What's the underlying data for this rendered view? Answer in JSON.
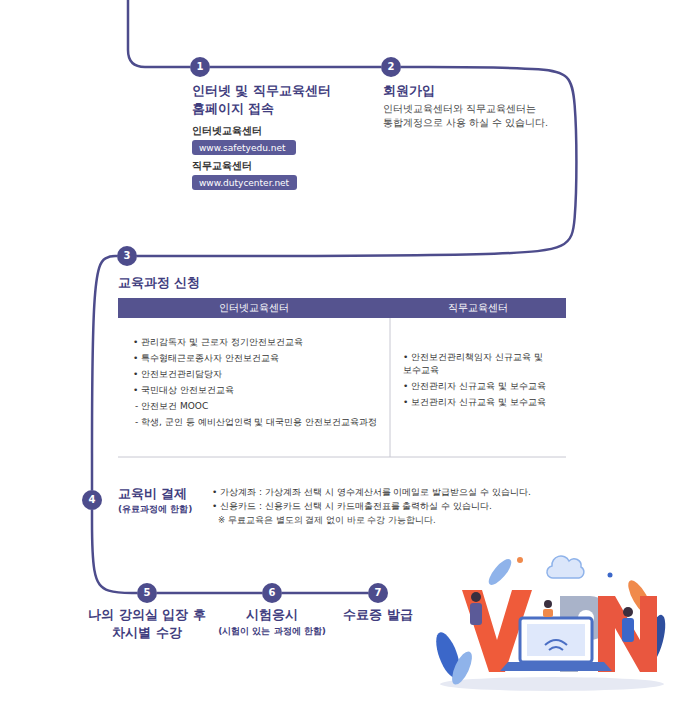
{
  "diagram": {
    "nodes": [
      {
        "text": [
          "1",
          "인터넷 및 직무교육센터 홈페이지 접속"
        ]
      },
      {
        "text": [
          "www.safetyedu.net"
        ]
      },
      {
        "text": [
          "www.dutycenter.net"
        ]
      },
      {
        "text": [
          "2",
          "회원가입",
          "인터넷교육센터와 직무교육센터는 통합계정으로 사용 하실 수 있습니다."
        ]
      },
      {
        "text": [
          "3",
          "교육과정 신청"
        ]
      },
      {
        "text": [
          "인터넷교육센터"
        ]
      },
      {
        "text": [
          "직무교육센터"
        ]
      },
      {
        "text": [
          "4",
          "교육비 결제",
          "(유료과정에 한함)"
        ]
      },
      {
        "text": [
          "5",
          "나의 강의실 입장 후 차시별 수강"
        ]
      },
      {
        "text": [
          "6",
          "시험응시",
          "(시험이 있는 과정에 한함)"
        ]
      },
      {
        "text": [
          "7",
          "수료증 발급"
        ]
      }
    ],
    "edges": [
      {
        "from": 0,
        "to": 3,
        "arrow": "none"
      },
      {
        "from": 3,
        "to": 4,
        "arrow": "none"
      },
      {
        "from": 4,
        "to": 7,
        "arrow": "none"
      },
      {
        "from": 7,
        "to": 8,
        "arrow": "none"
      },
      {
        "from": 8,
        "to": 9,
        "arrow": "none"
      },
      {
        "from": 9,
        "to": 10,
        "arrow": "none"
      }
    ],
    "labels": [
      "인터넷교육센터",
      "직무교육센터",
      "• 관리감독자 및 근로자 정기안전보건교육",
      "• 특수형태근로종사자 안전보건교육",
      "• 안전보건관리담당자",
      "• 국민대상 안전보건교육",
      "- 안전보건 MOOC",
      "- 학생, 군인 등 예비산업인력 및 대국민용 안전보건교육과정",
      "• 안전보건관리책임자 신규교육 및 보수교육",
      "• 안전관리자 신규교육 및 보수교육",
      "• 보건관리자 신규교육 및 보수교육",
      "• 가상계좌 : 가상계좌 선택 시 영수계산서를 이메일로 발급받으실 수 있습니다.",
      "• 신용카드 : 신용카드 선택 시 카드매출전표를 출력하실 수 있습니다.",
      "※ 무료교육은 별도의 결제 없이 바로 수강 가능합니다."
    ]
  }
}
